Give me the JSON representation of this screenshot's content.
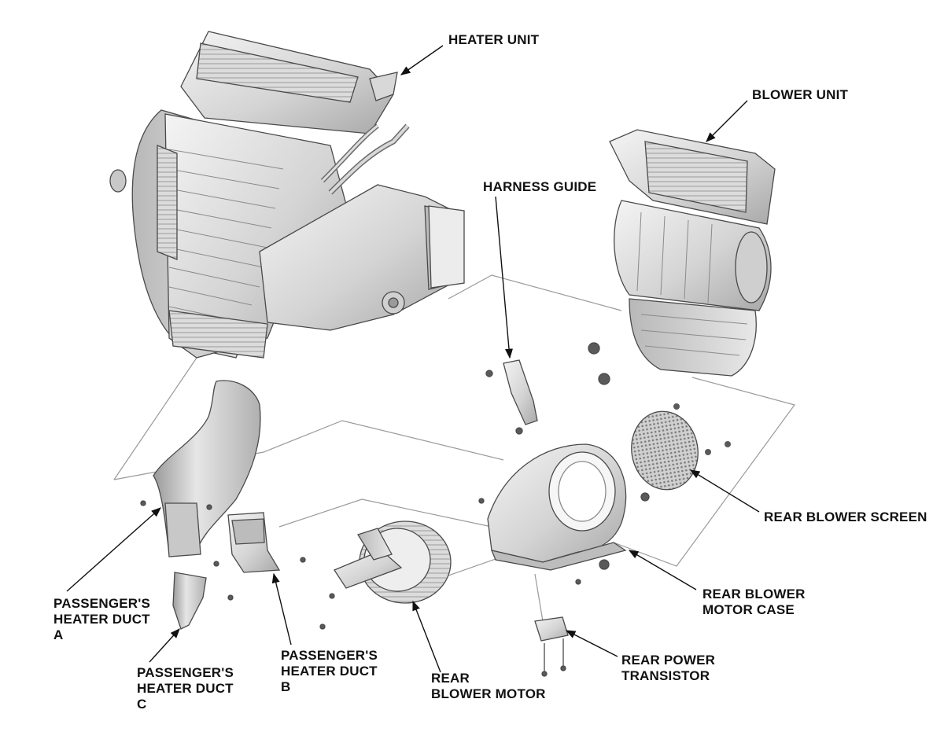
{
  "labels": {
    "heater_unit": "HEATER UNIT",
    "blower_unit": "BLOWER UNIT",
    "harness_guide": "HARNESS GUIDE",
    "rear_blower_screen": "REAR BLOWER SCREEN",
    "rear_blower_motor_case": [
      "REAR BLOWER",
      "MOTOR CASE"
    ],
    "rear_power_transistor": [
      "REAR POWER",
      "TRANSISTOR"
    ],
    "rear_blower_motor": [
      "REAR",
      "BLOWER MOTOR"
    ],
    "passengers_heater_duct_a": [
      "PASSENGER'S",
      "HEATER DUCT",
      "A"
    ],
    "passengers_heater_duct_b": [
      "PASSENGER'S",
      "HEATER DUCT",
      "B"
    ],
    "passengers_heater_duct_c": [
      "PASSENGER'S",
      "HEATER DUCT",
      "C"
    ]
  },
  "colors": {
    "part_fill": "#e2e2e2",
    "part_shade": "#bdbdbd",
    "part_dark": "#8a8a8a",
    "outline": "#4a4a4a",
    "leader": "#111111",
    "hidden_line": "#9a9a9a"
  }
}
